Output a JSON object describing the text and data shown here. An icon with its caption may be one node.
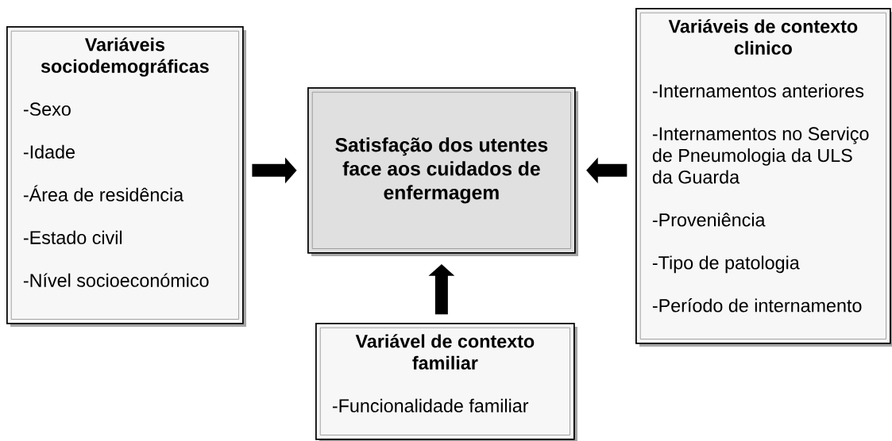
{
  "diagram": {
    "nodes": [
      {
        "text": [
          "Variáveis sociodemográficas",
          "-Sexo",
          "-Idade",
          "-Área de residência",
          "-Estado civil",
          "-Nível socioeconómico"
        ]
      },
      {
        "text": [
          "Satisfação dos utentes face aos cuidados de enfermagem"
        ]
      },
      {
        "text": [
          "Variáveis de contexto clinico",
          "-Internamentos anteriores",
          "-Internamentos no Serviço de Pneumologia da ULS da Guarda",
          "-Proveniência",
          "-Tipo de patologia",
          "-Período de internamento"
        ]
      },
      {
        "text": [
          "Variável de contexto familiar",
          "-Funcionalidade familiar"
        ]
      }
    ],
    "edges": [
      {
        "from": 0,
        "to": 1,
        "arrow": "to"
      },
      {
        "from": 2,
        "to": 1,
        "arrow": "to"
      },
      {
        "from": 3,
        "to": 1,
        "arrow": "to"
      }
    ]
  }
}
